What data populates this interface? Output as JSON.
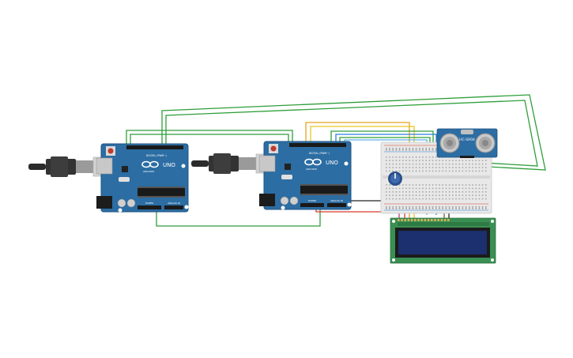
{
  "boards": [
    {
      "id": "arduino-1",
      "logo_text": "UNO",
      "brand_text": "ARDUINO",
      "header_label": "DIGITAL (PWM~)",
      "power_label": "POWER",
      "analog_label": "ANALOG IN"
    },
    {
      "id": "arduino-2",
      "logo_text": "UNO",
      "brand_text": "ARDUINO",
      "header_label": "DIGITAL (PWM~)",
      "power_label": "POWER",
      "analog_label": "ANALOG IN"
    }
  ],
  "sensor": {
    "label": "HC-SR04"
  },
  "wire_colors": {
    "green": "#2e9e3a",
    "orange": "#e8a21a",
    "yellow": "#e6c620",
    "blue": "#2a7fd6",
    "red": "#d83a2c",
    "black": "#222222",
    "brown": "#8a5a2b",
    "magenta": "#c23a8a",
    "lightblue": "#5fb0e8"
  },
  "colors": {
    "board": "#2c6da3",
    "board_dark": "#1f5482",
    "lcd_pcb": "#3a8f52",
    "lcd_screen": "#1c2f6e",
    "breadboard": "#e8e8e8"
  }
}
